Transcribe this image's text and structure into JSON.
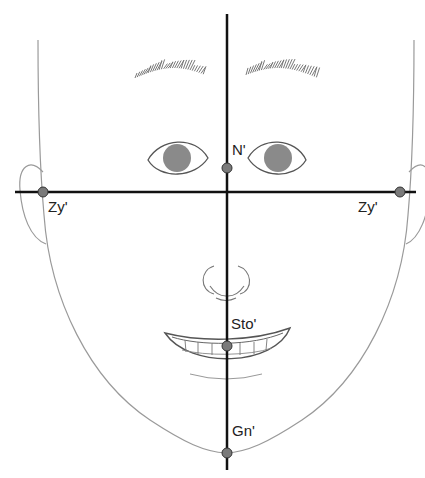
{
  "diagram": {
    "labels": [
      "N'",
      "Zy'",
      "Zy'",
      "Sto'",
      "Gn'"
    ]
  }
}
